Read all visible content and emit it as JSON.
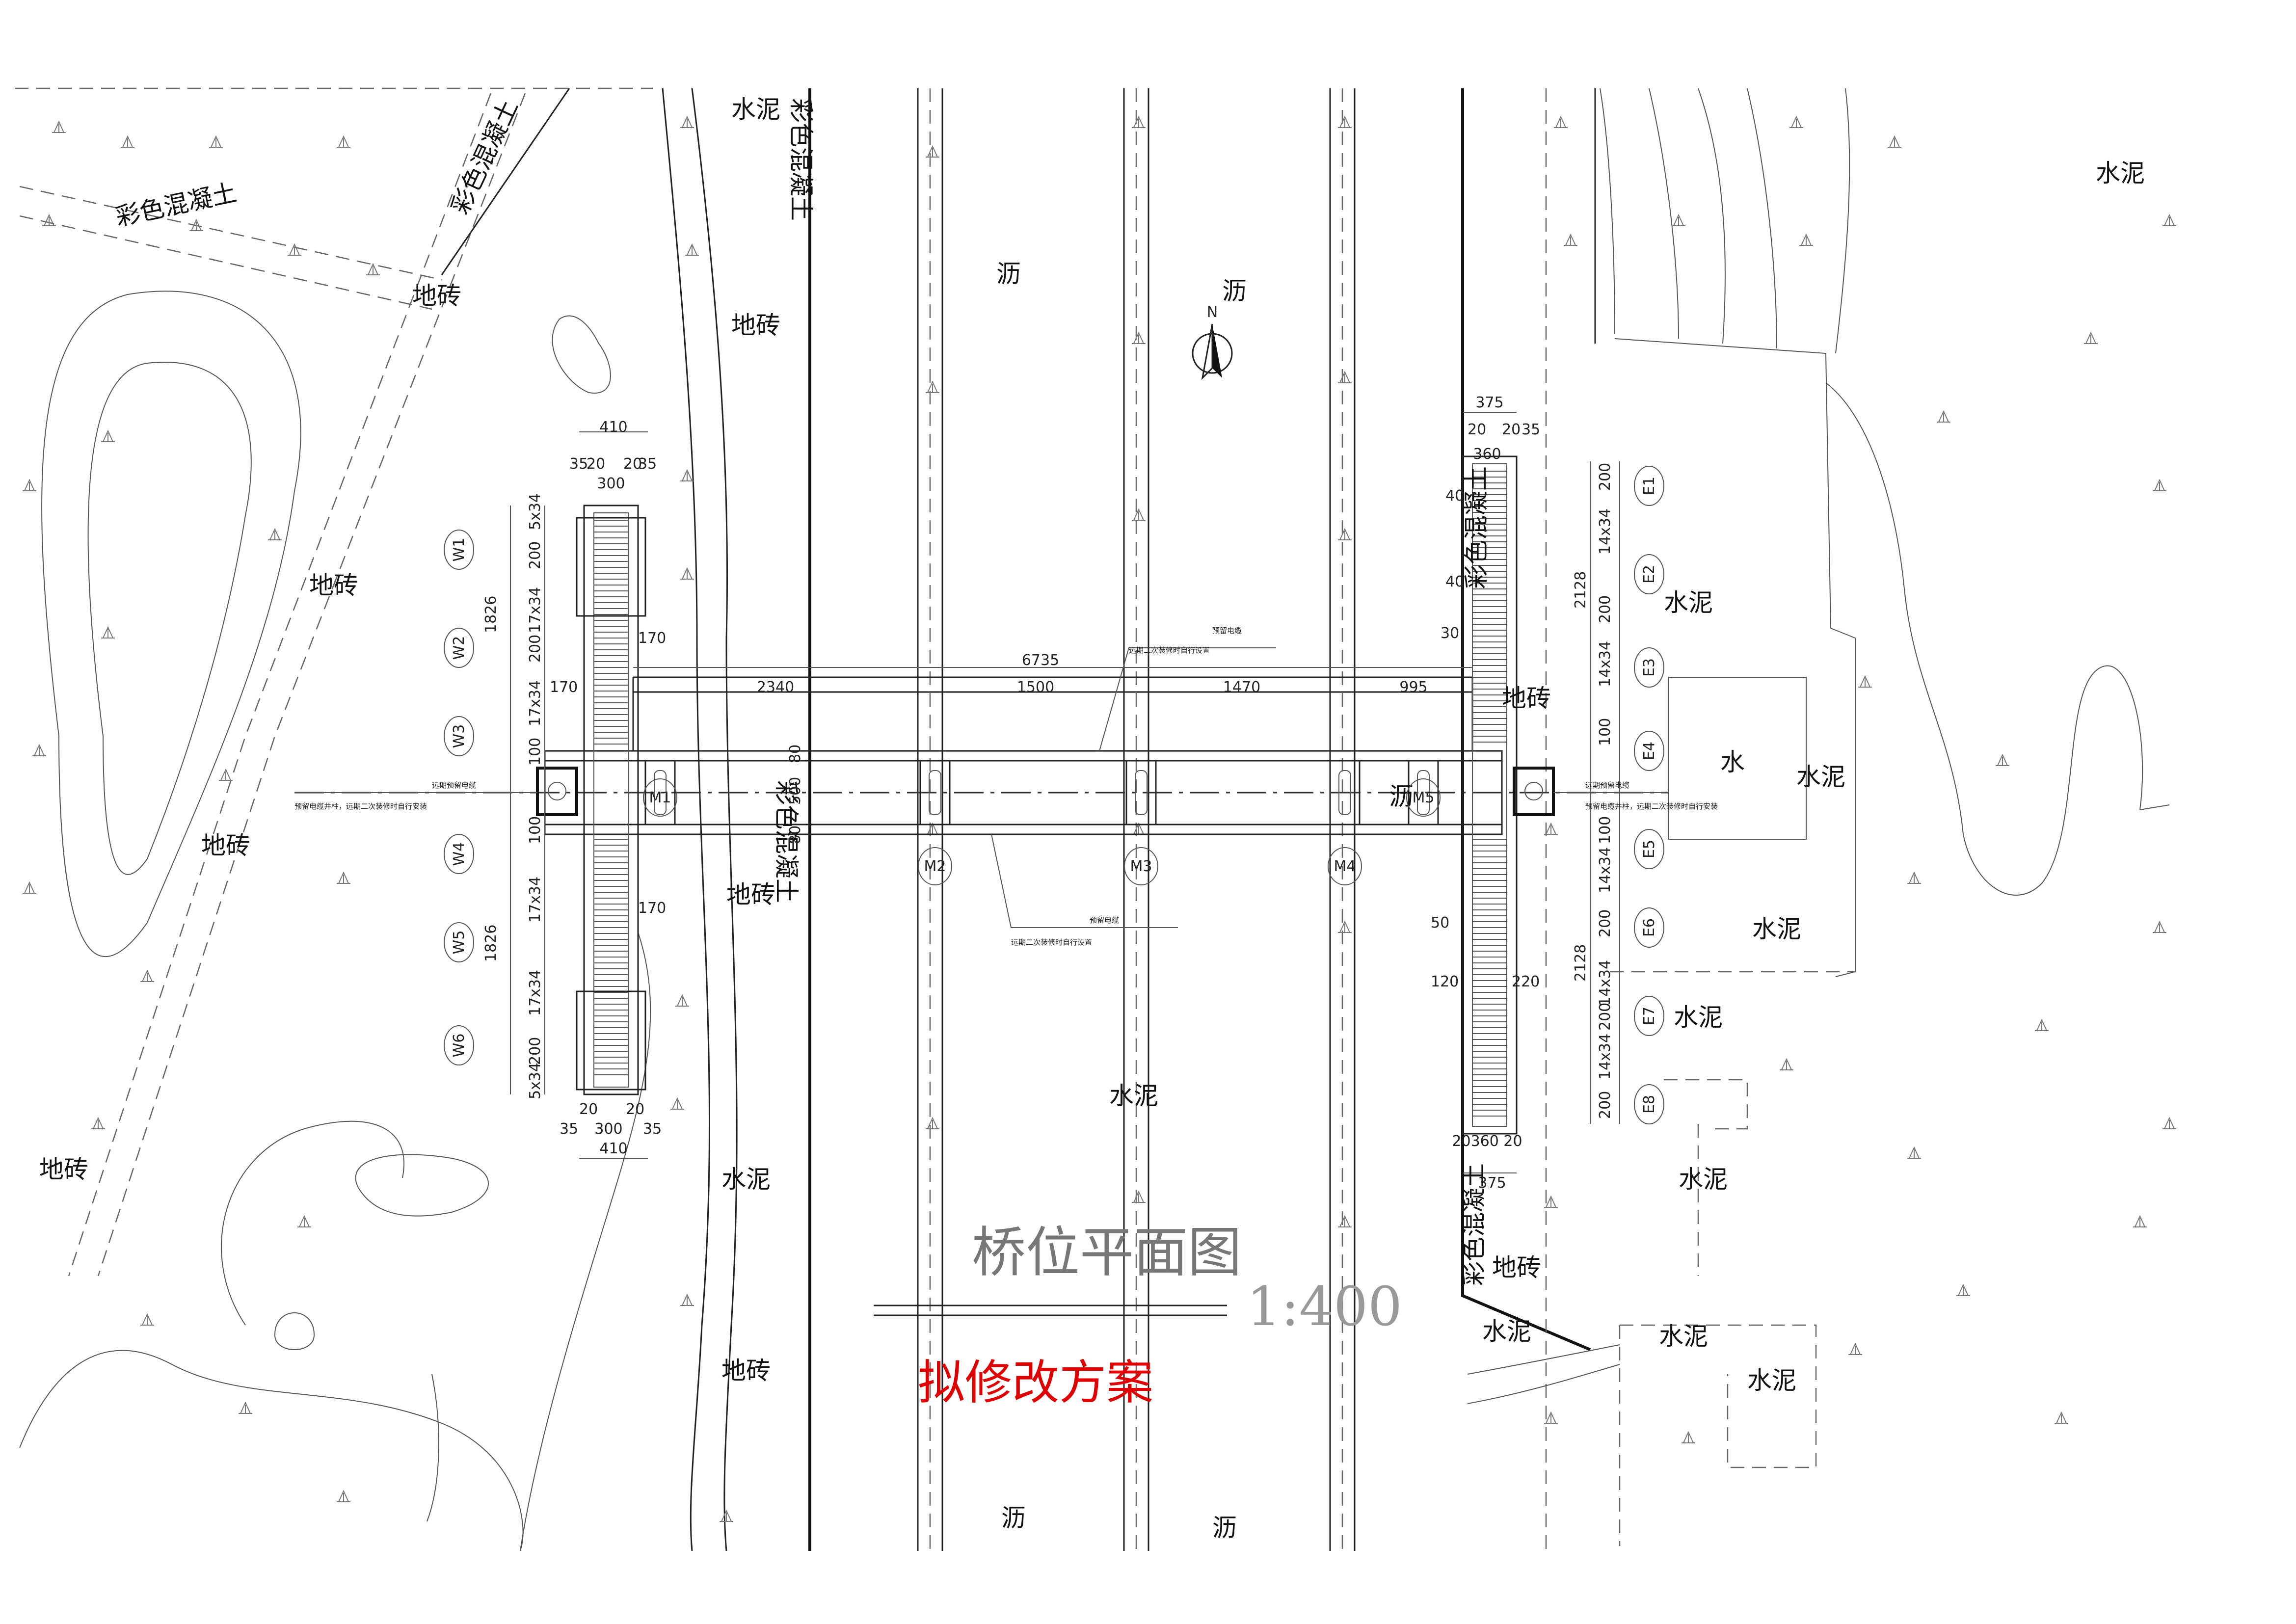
{
  "materials": {
    "cement": "水泥",
    "asphalt": "沥",
    "tile": "地砖",
    "color_concrete": "彩色混凝土",
    "color_concrete_alt": "彩色混凝土",
    "water": "水"
  },
  "north": "N",
  "title": "桥位平面图",
  "scale": "1:400",
  "proposal": "拟修改方案",
  "piers": [
    "M1",
    "M2",
    "M3",
    "M4",
    "M5"
  ],
  "west_stairs": [
    "W1",
    "W2",
    "W3",
    "W4",
    "W5",
    "W6"
  ],
  "east_stairs": [
    "E1",
    "E2",
    "E3",
    "E4",
    "E5",
    "E6",
    "E7",
    "E8"
  ],
  "dims": {
    "total": "6735",
    "span1": "2340",
    "span2": "1500",
    "span3": "1470",
    "span4": "995",
    "w_width": "410",
    "w_inner": "300",
    "w_edge35": "35",
    "w_edge20": "20",
    "w_len": "1826",
    "steps_a": "5x34",
    "steps_b": "17x34",
    "land": "200",
    "land170": "170",
    "land100": "100",
    "deck": "500",
    "deck80": "80",
    "e_width": "375",
    "e_inner": "360",
    "e_len": "2128",
    "steps_e": "14x34",
    "e40": "40",
    "e30": "30",
    "e50": "50",
    "e120": "120",
    "e220": "220",
    "e_bottom": "20360 20"
  },
  "notes": {
    "n1": "预留电缆",
    "n2": "远期二次装修时自行设置",
    "n3": "远期预留电缆",
    "n4": "预留电缆井柱，远期二次装修时自行安装"
  }
}
